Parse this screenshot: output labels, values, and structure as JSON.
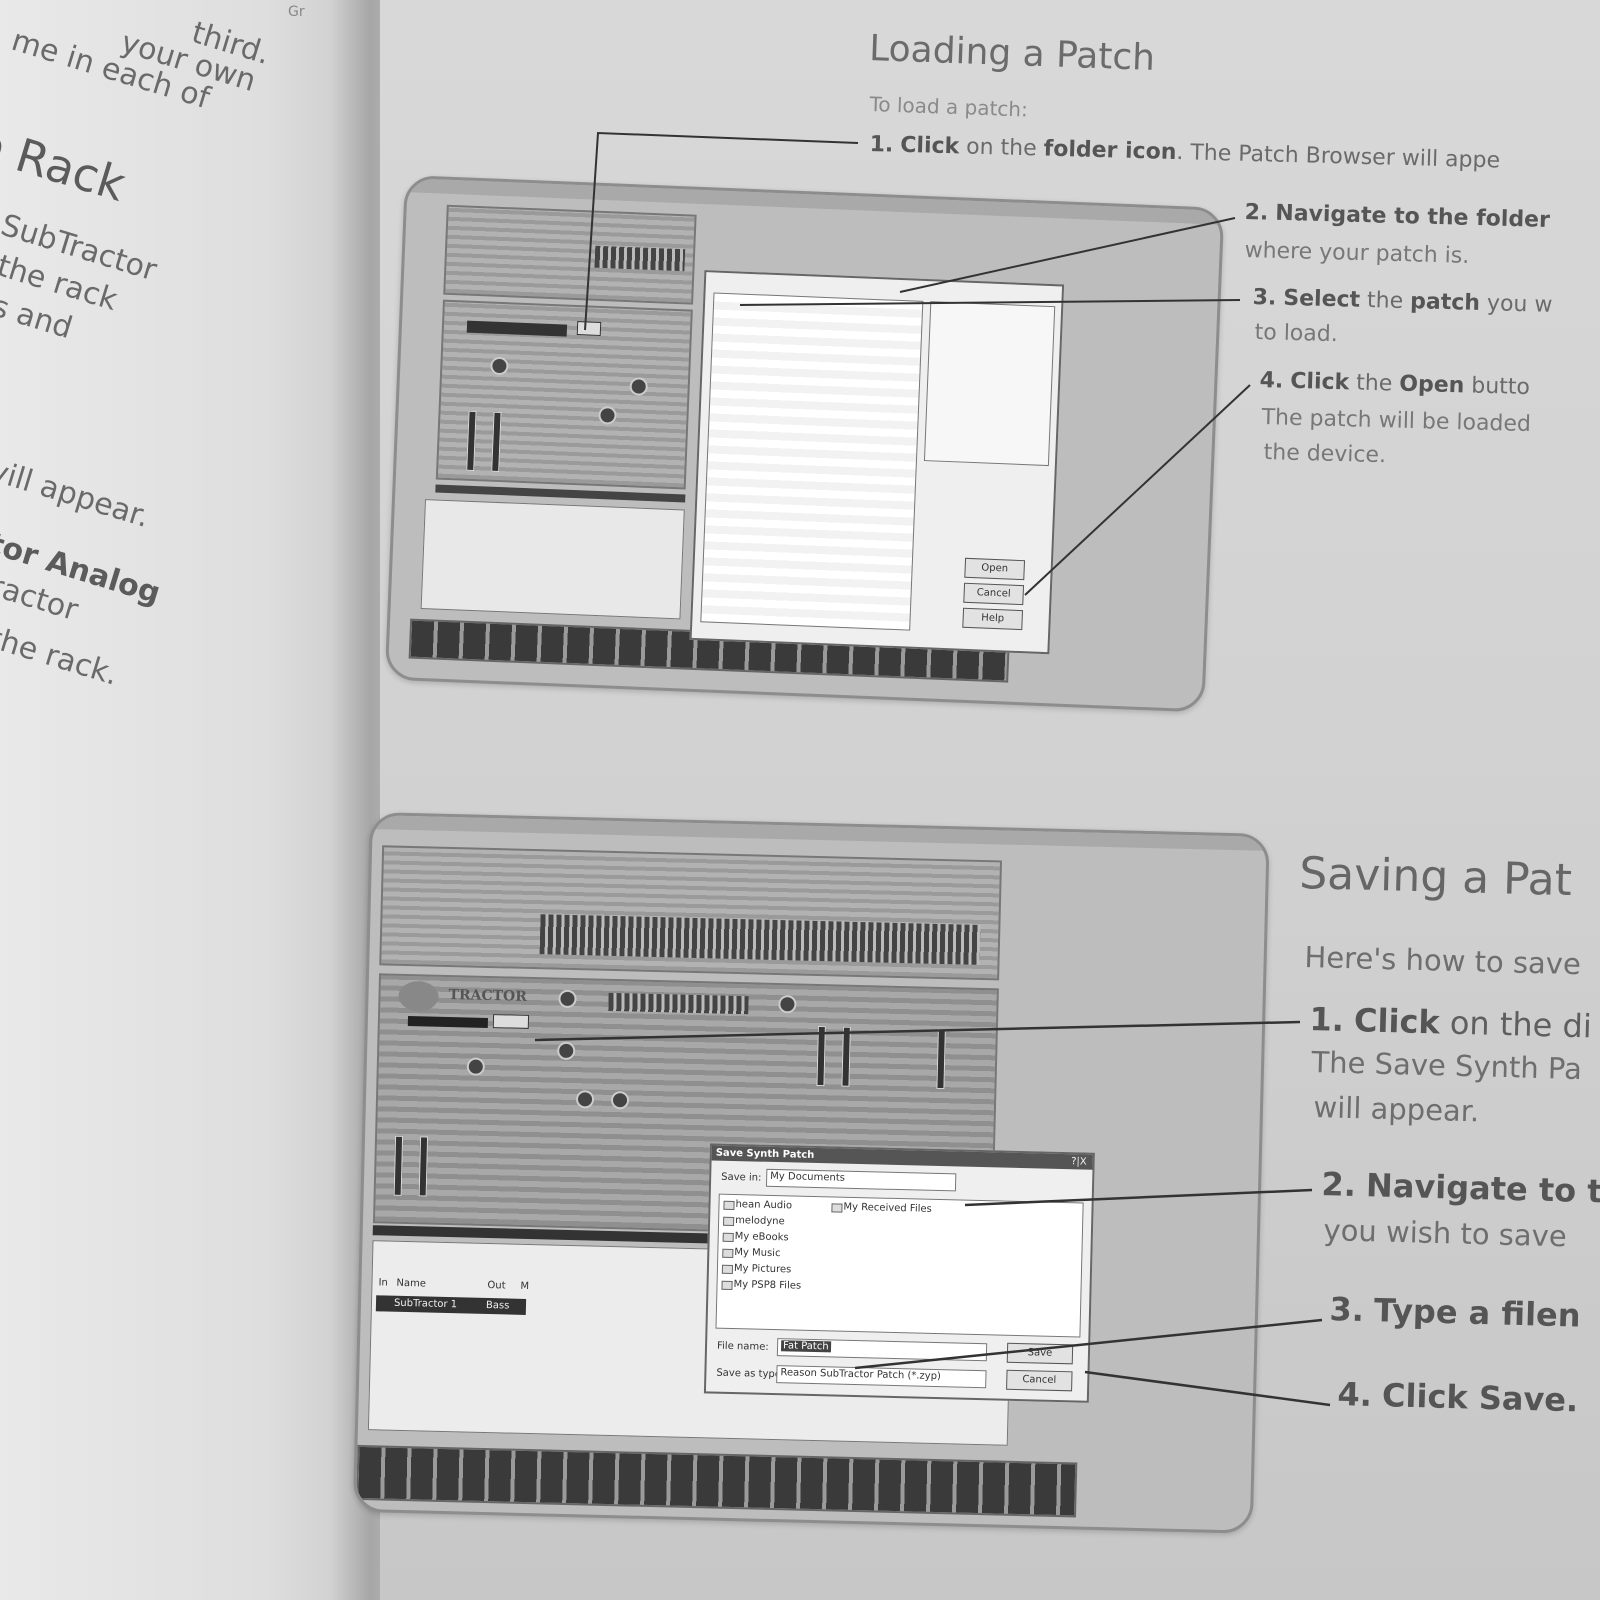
{
  "left_page": {
    "fragment_1": "third.",
    "fragment_2": "your own",
    "fragment_3": "me in each of",
    "heading": "e Rack",
    "body_1": "the SubTractor",
    "body_2": "into the rack",
    "body_3": "atches and",
    "fragment_4": "vill appear.",
    "bold_1": "tor Analog",
    "body_4": "Tractor",
    "body_5": "o the rack.",
    "corner_mark": "Gr"
  },
  "loading_section": {
    "title": "Loading a Patch",
    "intro": "To load a patch:",
    "steps": [
      {
        "num": "1.",
        "text_bold": "Click",
        "text_mid": " on the ",
        "text_bold2": "folder icon",
        "text_rest": ". The Patch Browser will appe"
      },
      {
        "num": "2.",
        "text_bold": "Navigate to the folder",
        "line2": "where your patch is."
      },
      {
        "num": "3.",
        "text_bold": "Select",
        "text_mid": " the ",
        "text_bold2": "patch",
        "text_rest": " you w",
        "line2": "to load."
      },
      {
        "num": "4.",
        "text_bold": "Click",
        "text_mid": " the ",
        "text_bold2": "Open",
        "text_rest": " butto",
        "line2": "The patch will be loaded",
        "line3": "the device."
      }
    ],
    "screenshot_dialog": {
      "buttons": [
        "Open",
        "Cancel",
        "Help"
      ]
    }
  },
  "saving_section": {
    "title": "Saving a Pat",
    "intro": "Here's how to save",
    "steps": [
      {
        "num": "1.",
        "text_bold": "Click",
        "text_rest": " on the di",
        "line2": "The Save Synth Pa",
        "line3": "will appear."
      },
      {
        "num": "2.",
        "text_bold": "Navigate to t",
        "line2": "you wish to save"
      },
      {
        "num": "3.",
        "text_bold": "Type a filen"
      },
      {
        "num": "4.",
        "text_bold": "Click Save."
      }
    ],
    "screenshot_dialog": {
      "title": "Save Synth Patch",
      "help_buttons": "?|X",
      "save_in_label": "Save in:",
      "save_in_value": "My Documents",
      "folders_col1": [
        "hean Audio",
        "melodyne",
        "My eBooks",
        "My Music",
        "My Pictures",
        "My PSP8 Files"
      ],
      "folders_col2": [
        "My Received Files"
      ],
      "filename_label": "File name:",
      "filename_value": "Fat Patch",
      "savetype_label": "Save as type:",
      "savetype_value": "Reason SubTractor Patch (*.zyp)",
      "save_button": "Save",
      "cancel_button": "Cancel"
    },
    "sequencer": {
      "col_in": "In",
      "col_name": "Name",
      "col_out": "Out",
      "col_m": "M",
      "track_name": "SubTractor 1",
      "track_out": "Bass"
    },
    "rack_logo": "TRACTOR"
  }
}
